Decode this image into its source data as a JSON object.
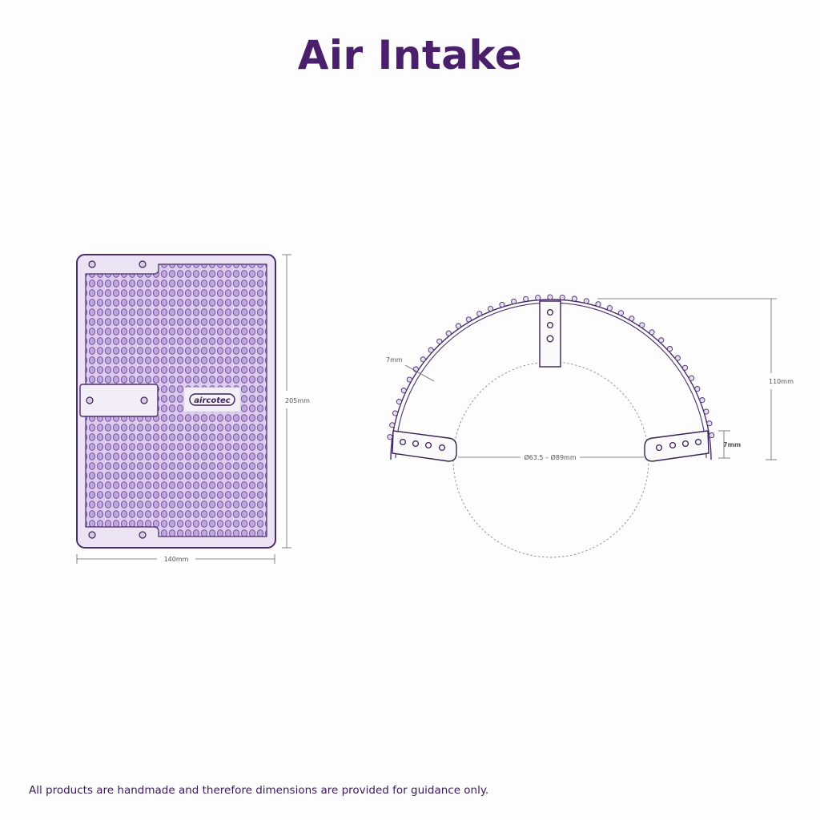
{
  "title": "Air Intake",
  "footer": "All products are handmade and therefore dimensions are provided for guidance only.",
  "colors": {
    "accent": "#4a1f6b",
    "line": "#5a3a75",
    "mesh_fill": "#c9b3e3",
    "panel_fill": "#ece3f5"
  },
  "grille": {
    "logo_text": "aircotec",
    "width_label": "140mm",
    "height_label": "205mm"
  },
  "clamp": {
    "thickness_label": "7mm",
    "tab_label": "7mm",
    "height_label": "110mm",
    "diameter_label": "Ø63.5 – Ø89mm"
  }
}
